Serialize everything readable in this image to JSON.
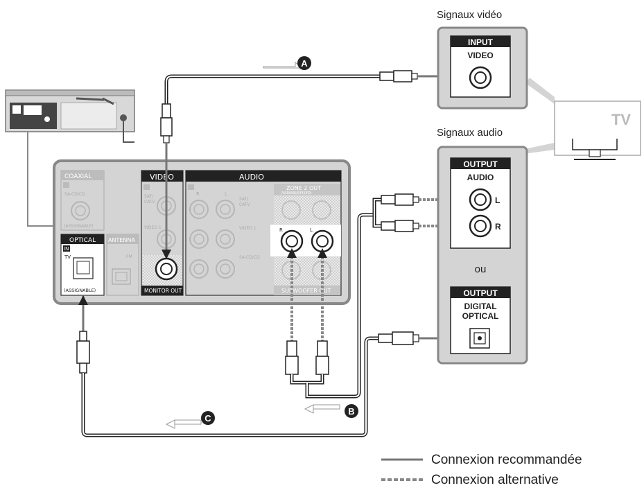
{
  "labels": {
    "video_signals": "Signaux vidéo",
    "audio_signals": "Signaux audio",
    "tv": "TV",
    "ou": "ou"
  },
  "tv_input": {
    "header": "INPUT",
    "jack": "VIDEO"
  },
  "tv_output_audio": {
    "header": "OUTPUT",
    "jack": "AUDIO",
    "left": "L",
    "right": "R"
  },
  "tv_output_optical": {
    "header": "OUTPUT",
    "line1": "DIGITAL",
    "line2": "OPTICAL"
  },
  "markers": {
    "a": "A",
    "b": "B",
    "c": "C"
  },
  "panel": {
    "coaxial": "COAXIAL",
    "in": "IN",
    "sacd": "SA-CD/CD",
    "assignable": "(ASSIGNABLE)",
    "optical": "OPTICAL",
    "tv": "TV",
    "antenna": "ANTENNA",
    "fm": "FM",
    "video": "VIDEO",
    "sat": "SAT/",
    "catv": "CATV",
    "video1": "VIDEO 1",
    "monitor_out": "MONITOR OUT",
    "audio": "AUDIO",
    "r": "R",
    "l": "L",
    "zone2": "ZONE 2 OUT",
    "variable": "(VARIABLE/FIXED)",
    "subwoofer": "SUBWOOFER OUT"
  },
  "legend": {
    "recommended": "Connexion recommandée",
    "alternative": "Connexion alternative"
  }
}
